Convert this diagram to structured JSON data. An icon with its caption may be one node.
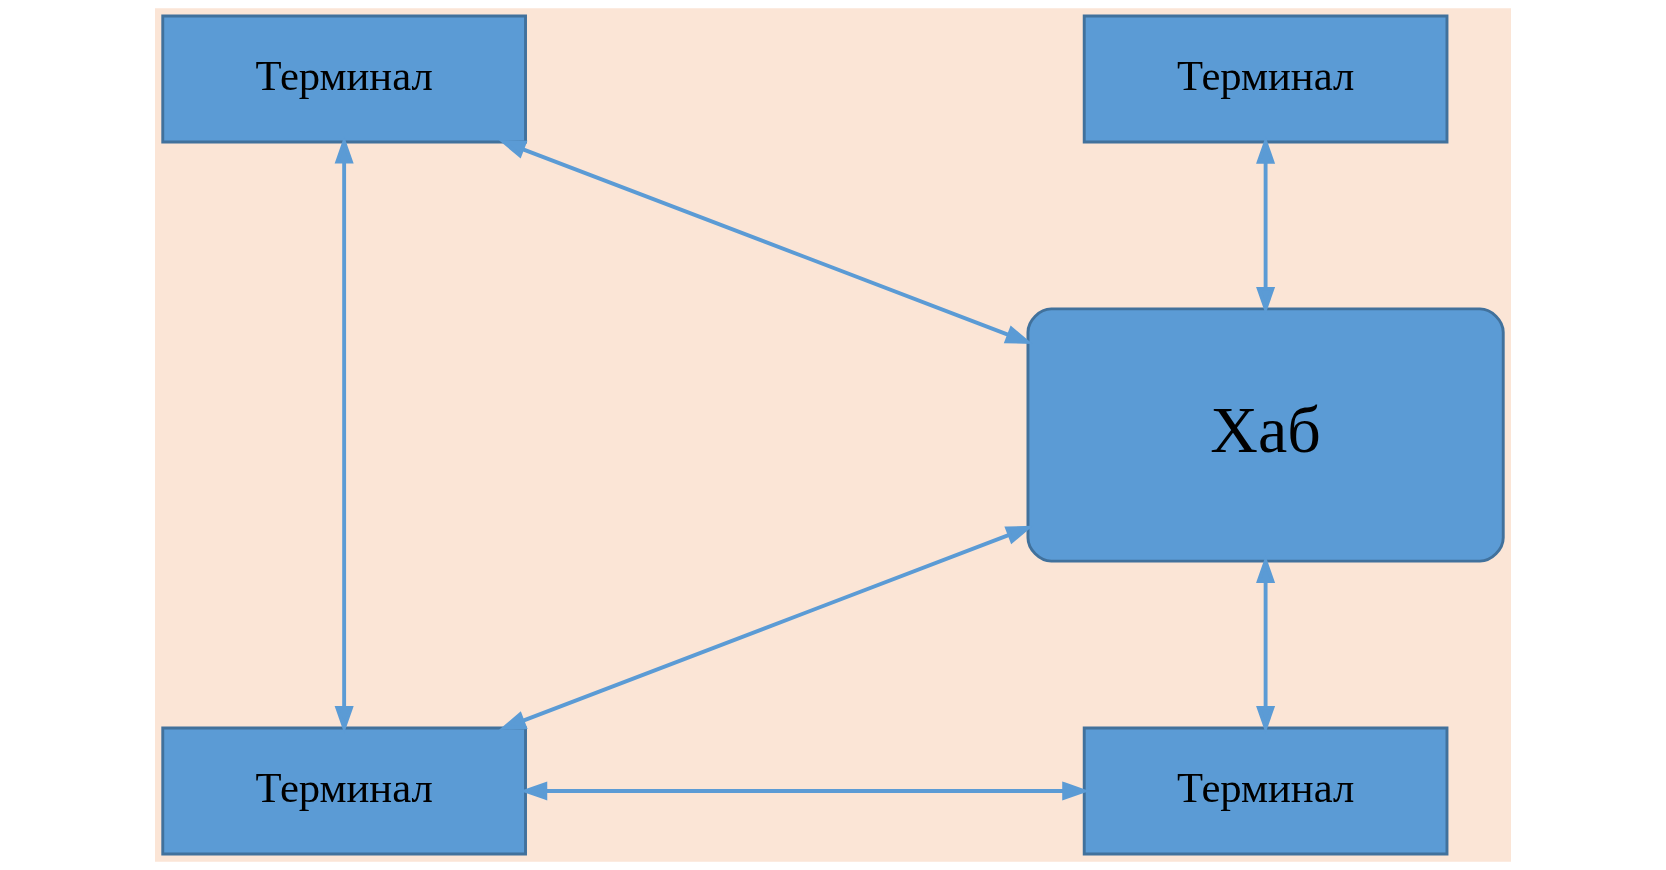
{
  "diagram": {
    "nodes": [
      {
        "text": [
          "Терминал"
        ]
      },
      {
        "text": [
          "Терминал"
        ]
      },
      {
        "text": [
          "Хаб"
        ]
      },
      {
        "text": [
          "Терминал"
        ]
      },
      {
        "text": [
          "Терминал"
        ]
      }
    ],
    "edges": [
      {
        "from": 0,
        "to": 2,
        "arrow": "both"
      },
      {
        "from": 2,
        "to": 1,
        "arrow": "both"
      },
      {
        "from": 0,
        "to": 3,
        "arrow": "both"
      },
      {
        "from": 3,
        "to": 2,
        "arrow": "both"
      },
      {
        "from": 2,
        "to": 4,
        "arrow": "both"
      },
      {
        "from": 3,
        "to": 4,
        "arrow": "both"
      }
    ]
  }
}
